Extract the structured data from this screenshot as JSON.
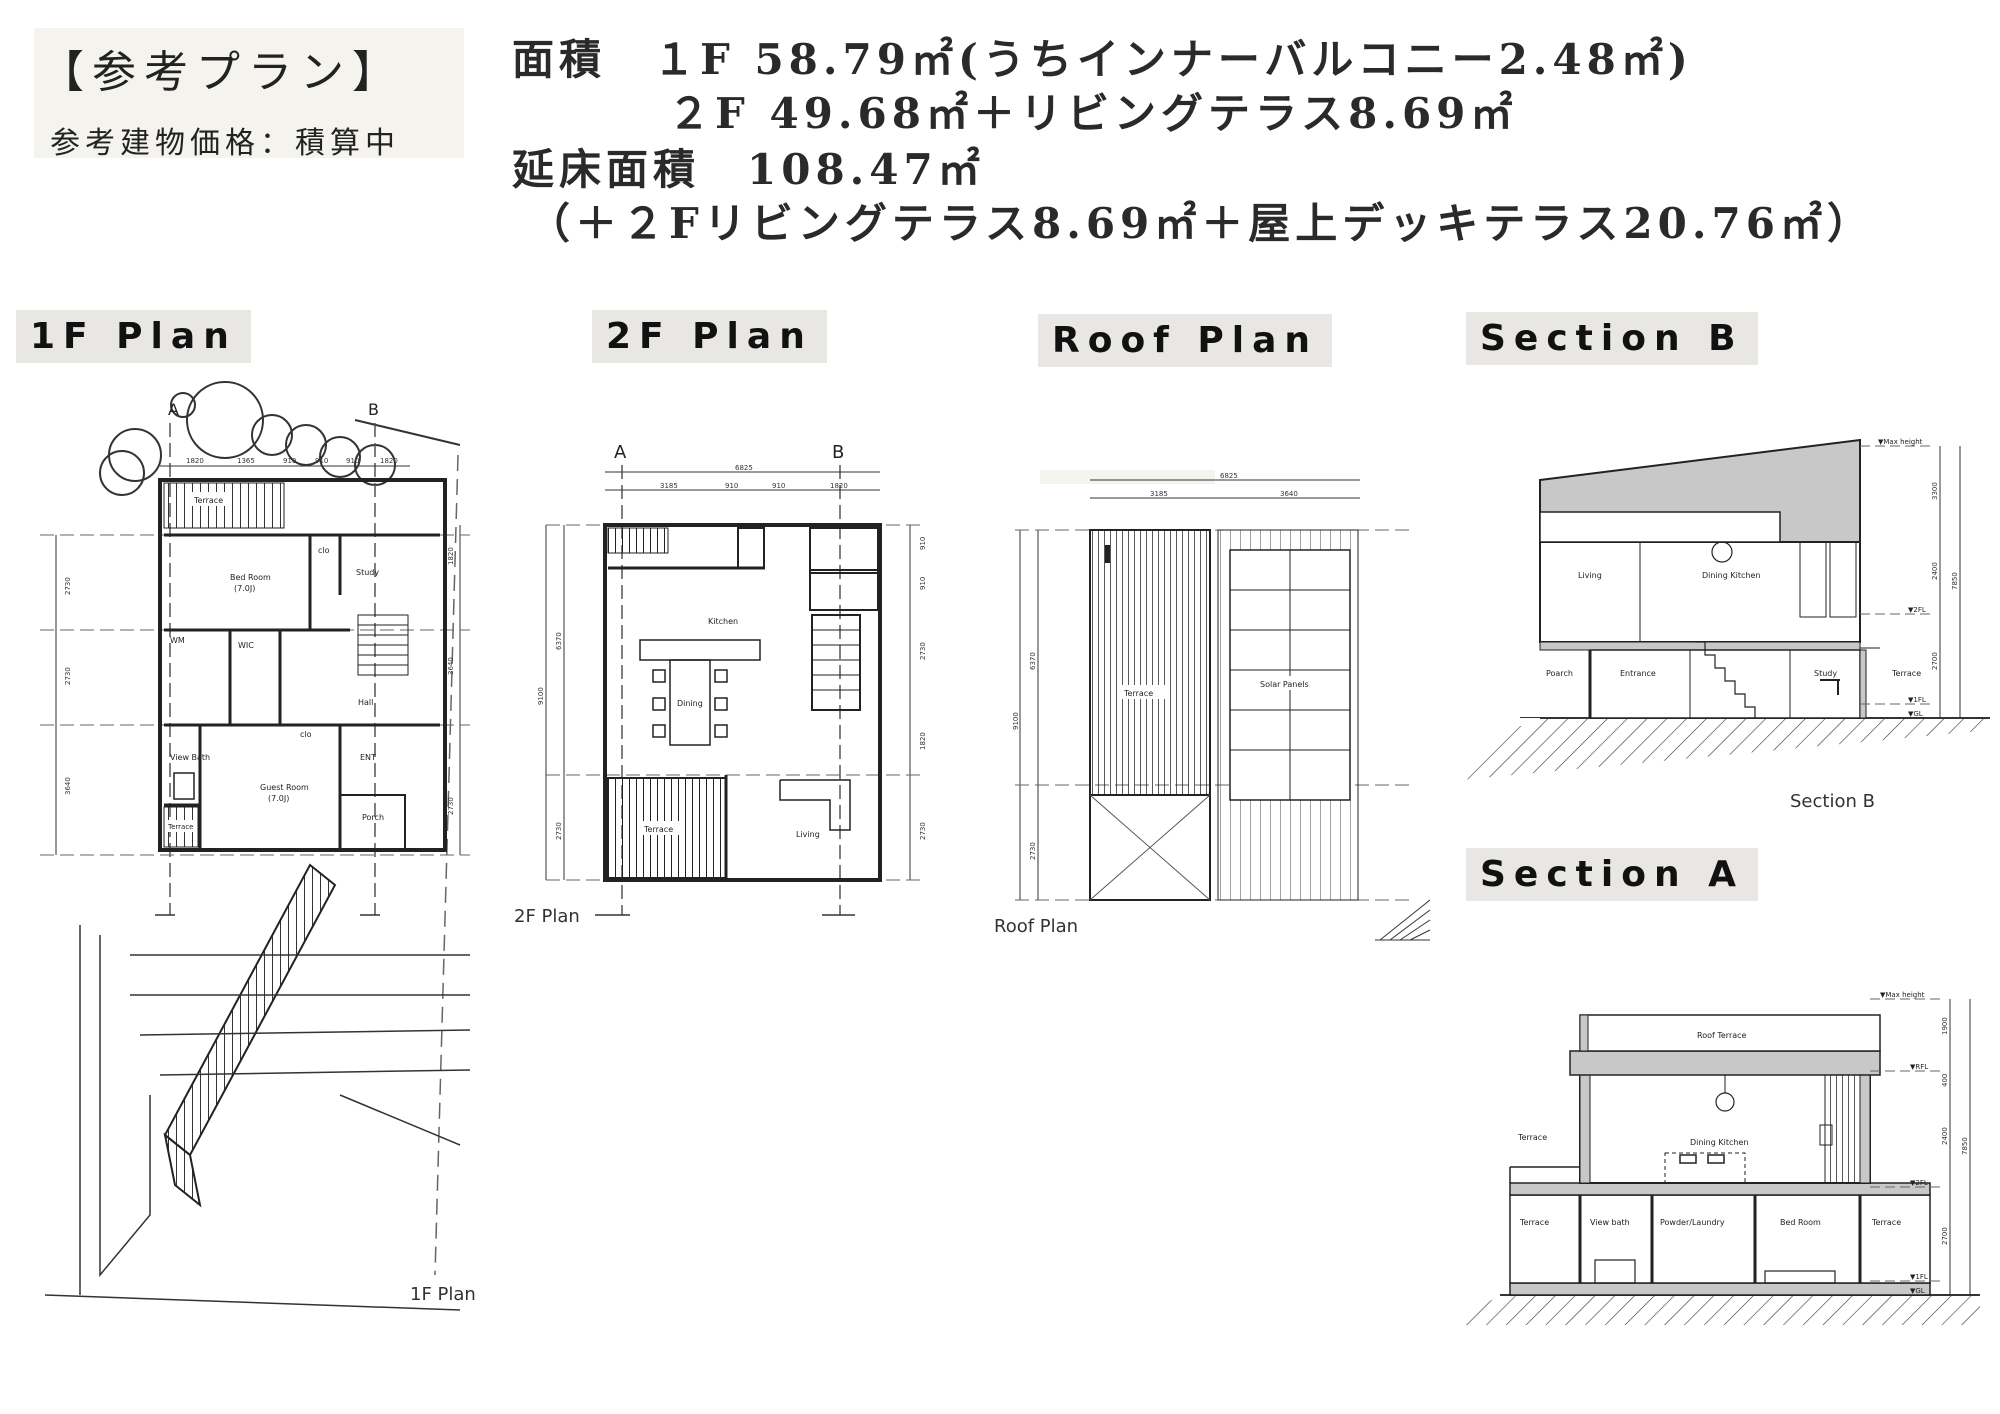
{
  "header": {
    "plan_title": "【参考プラン】",
    "price_label": "参考建物価格：積算中"
  },
  "areas": {
    "line1": "面積　１F 58.79㎡(うちインナーバルコニー2.48㎡)",
    "line2": "２F 49.68㎡＋リビングテラス8.69㎡",
    "line3": "延床面積　108.47㎡",
    "line4": "（＋２Fリビングテラス8.69㎡＋屋上デッキテラス20.76㎡）"
  },
  "sections": {
    "plan1f": "1F Plan",
    "plan2f": "2F Plan",
    "roof": "Roof Plan",
    "secB": "Section B",
    "secA": "Section A"
  },
  "drawing_labels": {
    "plan1f_caption": "1F Plan",
    "plan2f_caption": "2F Plan",
    "roof_caption": "Roof Plan",
    "secB_caption": "Section B",
    "mark_a": "A",
    "mark_b": "B",
    "f1": {
      "terrace_top": "Terrace",
      "bed_room": "Bed Room",
      "bed_room_size": "(7.0J)",
      "clo1": "clo",
      "study": "Study",
      "wm": "WM",
      "wic": "WIC",
      "hall": "Hall",
      "view_bath": "View Bath",
      "clo2": "clo",
      "ent": "ENT",
      "guest_room": "Guest Room",
      "guest_room_size": "(7.0J)",
      "porch": "Porch",
      "terrace_bottom": "Terrace",
      "dims_top": [
        "1820",
        "1365",
        "910",
        "910",
        "910",
        "1820"
      ],
      "dims_side": [
        "2730",
        "2730",
        "3640"
      ],
      "dims_right": [
        "1820",
        "3640",
        "2730"
      ]
    },
    "f2": {
      "kitchen": "Kitchen",
      "dining": "Dining",
      "terrace": "Terrace",
      "living": "Living",
      "dim_total": "6825",
      "dims_top": [
        "3185",
        "910",
        "910",
        "1820"
      ],
      "dims_left": [
        "6370",
        "2730"
      ],
      "dim_left_total": "9100",
      "dims_right": [
        "910",
        "910",
        "2730",
        "1820",
        "2730"
      ]
    },
    "roof": {
      "terrace": "Terrace",
      "solar": "Solar Panels",
      "dim_total": "6825",
      "dims_top": [
        "3185",
        "3640"
      ],
      "dims_left": [
        "6370",
        "2730"
      ],
      "dim_left_total": "9100"
    },
    "secB": {
      "max_height": "▼Max height",
      "living": "Living",
      "dining_kitchen": "Dining Kitchen",
      "fl2": "▼2FL",
      "poarch": "Poarch",
      "entrance": "Entrance",
      "study": "Study",
      "terrace": "Terrace",
      "fl1": "▼1FL",
      "gl": "▼GL",
      "dims": [
        "3300",
        "2400",
        "2700",
        "7850"
      ]
    },
    "secA": {
      "max_height": "▼Max height",
      "roof_terrace": "Roof Terrace",
      "rfl": "▼RFL",
      "terrace_upper": "Terrace",
      "dining_kitchen": "Dining Kitchen",
      "fl2": "▼2FL",
      "terrace_left": "Terrace",
      "view_bath": "View bath",
      "powder": "Powder/Laundry",
      "bed_room": "Bed Room",
      "terrace_right": "Terrace",
      "fl1": "▼1FL",
      "gl": "▼GL",
      "dims": [
        "1900",
        "400",
        "2400",
        "2700",
        "7850"
      ]
    }
  },
  "colors": {
    "label_bg": "#e8e7e3",
    "header_bg": "#f4f3ee",
    "wall_gray": "#c8c8c8",
    "line": "#333333"
  }
}
